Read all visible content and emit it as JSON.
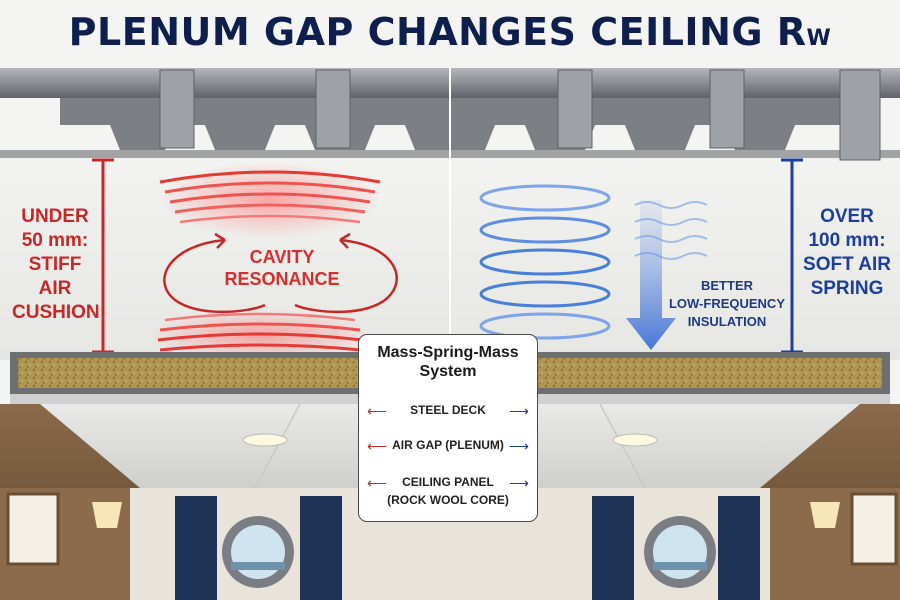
{
  "title": {
    "main": "PLENUM GAP CHANGES CEILING R",
    "subscript": "W"
  },
  "left_side": {
    "lines": [
      "UNDER",
      "50 mm:",
      "STIFF AIR",
      "CUSHION"
    ],
    "color": "#c62828"
  },
  "right_side": {
    "lines": [
      "OVER",
      "100 mm:",
      "SOFT AIR",
      "SPRING"
    ],
    "color": "#1c3f9e"
  },
  "cavity_label": {
    "lines": [
      "CAVITY",
      "RESONANCE"
    ]
  },
  "better_label": {
    "lines": [
      "BETTER",
      "LOW-FREQUENCY",
      "INSULATION"
    ]
  },
  "legend": {
    "title_lines": [
      "Mass-Spring-Mass",
      "System"
    ],
    "rows": [
      {
        "lines": [
          "STEEL DECK"
        ]
      },
      {
        "lines": [
          "AIR GAP (PLENUM)"
        ]
      },
      {
        "lines": [
          "CEILING PANEL",
          "(ROCK WOOL CORE)"
        ]
      }
    ]
  },
  "colors": {
    "title": "#0f1f4d",
    "red": "#d32f2f",
    "blue": "#1c3f9e",
    "rock_wool": "#b39a55",
    "steel": "#8d9094"
  }
}
